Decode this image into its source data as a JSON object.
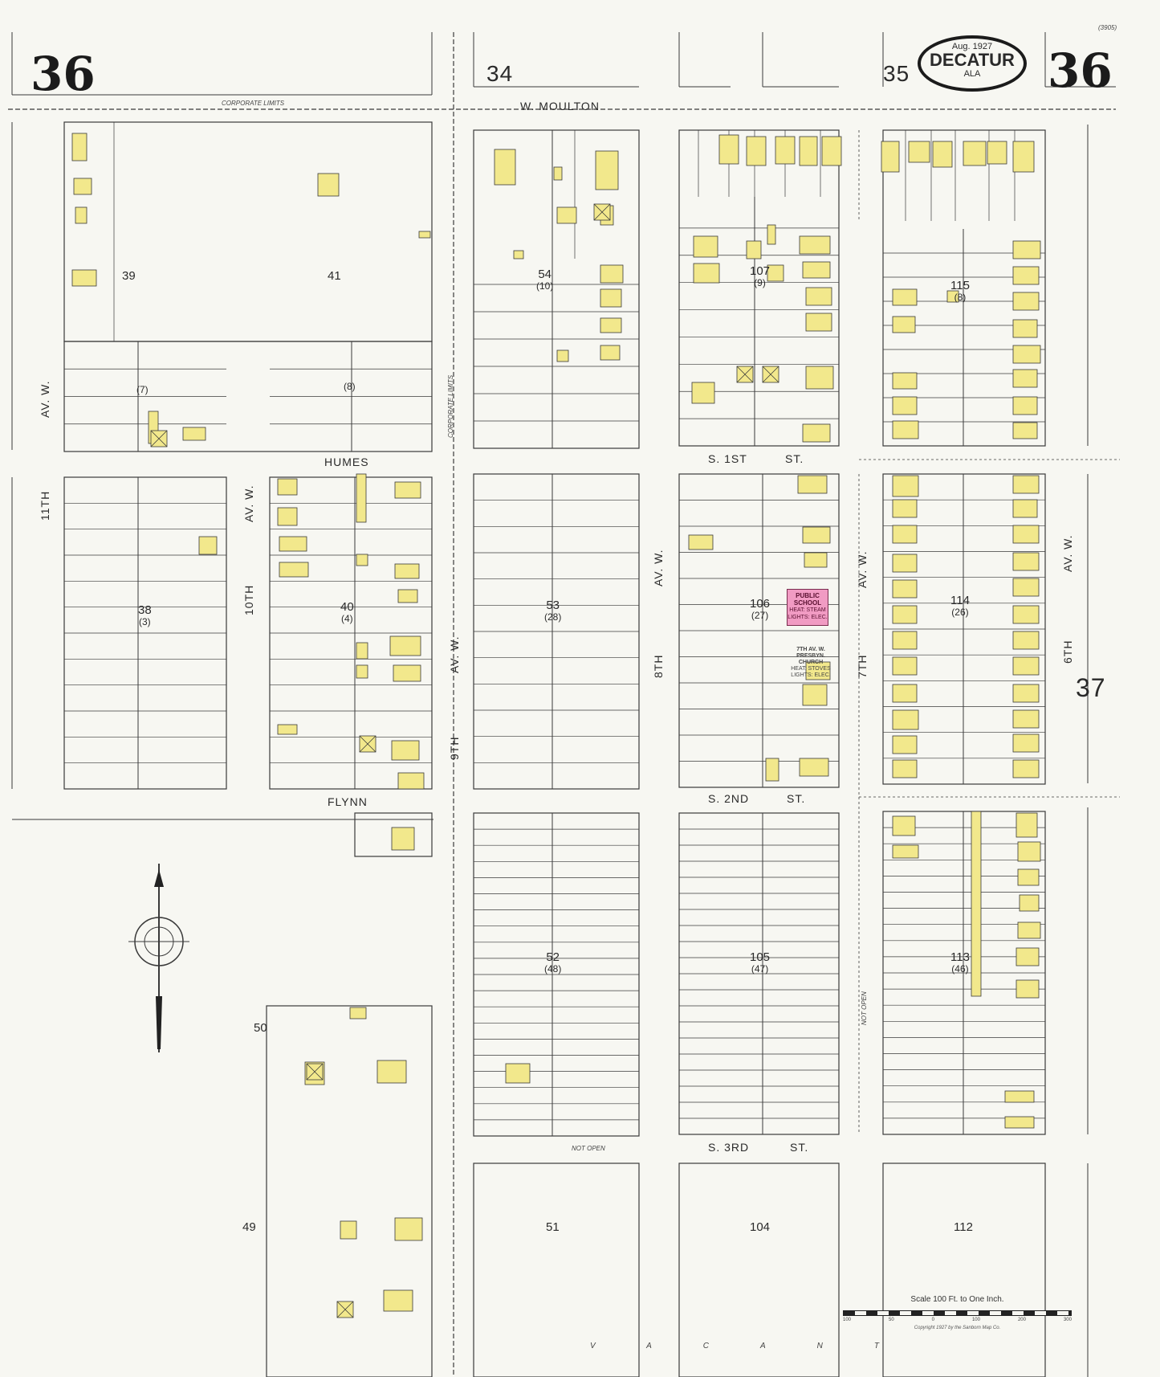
{
  "sheet": {
    "number_left": "36",
    "number_right": "36",
    "adjoining_top_left": "34",
    "adjoining_top_right": "35",
    "adjoining_right": "37",
    "sheet_code": "(3905)"
  },
  "title_oval": {
    "date": "Aug. 1927",
    "city": "DECATUR",
    "state": "ALA"
  },
  "streets": {
    "moulton": "W. MOULTON",
    "humes": "HUMES",
    "flynn": "FLYNN",
    "s1st": "S. 1ST",
    "s1st_st": "ST.",
    "s2nd": "S. 2ND",
    "s2nd_st": "ST.",
    "s3rd": "S. 3RD",
    "s3rd_st": "ST.",
    "av11": "11TH",
    "av11_av": "AV. W.",
    "av10": "10TH",
    "av10_av": "AV. W.",
    "av9": "9TH",
    "av9_av": "AV. W.",
    "av8": "8TH",
    "av8_av": "AV. W.",
    "av7": "7TH",
    "av7_av": "AV. W.",
    "av6": "6TH",
    "av6_av": "AV. W.",
    "corporate_limits": "CORPORATE LIMITS",
    "not_open": "NOT OPEN",
    "not_open_v": "NOT OPEN",
    "vacant": "VACANT"
  },
  "blocks": [
    {
      "id": "39",
      "sub": ""
    },
    {
      "id": "41",
      "sub": ""
    },
    {
      "id": "",
      "sub": "(7)"
    },
    {
      "id": "",
      "sub": "(8)"
    },
    {
      "id": "54",
      "sub": "(10)"
    },
    {
      "id": "107",
      "sub": "(9)"
    },
    {
      "id": "115",
      "sub": "(8)"
    },
    {
      "id": "38",
      "sub": "(3)"
    },
    {
      "id": "40",
      "sub": "(4)"
    },
    {
      "id": "53",
      "sub": "(28)"
    },
    {
      "id": "106",
      "sub": "(27)"
    },
    {
      "id": "114",
      "sub": "(26)"
    },
    {
      "id": "52",
      "sub": "(48)"
    },
    {
      "id": "105",
      "sub": "(47)"
    },
    {
      "id": "113",
      "sub": "(46)"
    },
    {
      "id": "50",
      "sub": ""
    },
    {
      "id": "49",
      "sub": ""
    },
    {
      "id": "51",
      "sub": ""
    },
    {
      "id": "104",
      "sub": ""
    },
    {
      "id": "112",
      "sub": ""
    }
  ],
  "landmarks": {
    "school": "PUBLIC SCHOOL",
    "school_note": "HEAT: STEAM LIGHTS: ELEC.",
    "church": "7TH AV. W. PRESBYN. CHURCH",
    "church_note": "HEAT: STOVES LIGHTS: ELEC."
  },
  "scale": {
    "title": "Scale 100 Ft. to One Inch.",
    "ticks": [
      "100",
      "50",
      "0",
      "100",
      "200",
      "300"
    ],
    "copyright": "Copyright 1927 by the Sanborn Map Co."
  },
  "colors": {
    "paper": "#f7f7f2",
    "dwelling": "#f2e88c",
    "brick": "#f19bc3",
    "line": "#3a3a3a"
  }
}
